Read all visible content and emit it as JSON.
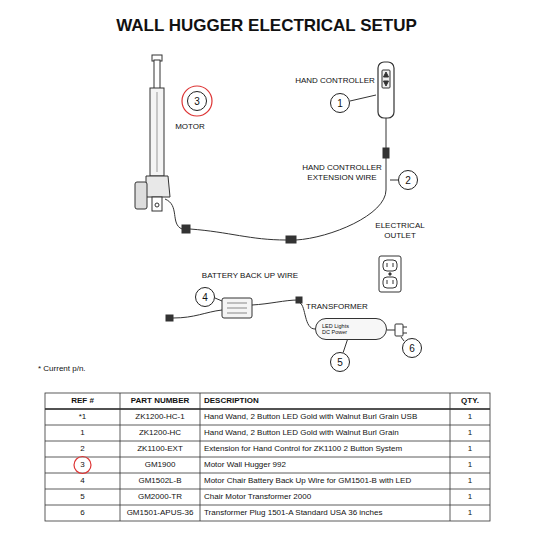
{
  "diagram": {
    "title": "WALL HUGGER ELECTRICAL SETUP",
    "nodes": [
      {
        "text": [
          "1"
        ]
      },
      {
        "text": [
          "2"
        ]
      },
      {
        "text": [
          "3"
        ]
      },
      {
        "text": [
          "4"
        ]
      },
      {
        "text": [
          "5"
        ]
      },
      {
        "text": [
          "6"
        ]
      },
      {
        "text": [
          "LED Lights DC Power"
        ]
      }
    ],
    "edges": [
      {
        "from": 4,
        "to": 6,
        "arrow": "none"
      }
    ],
    "labels": [
      "MOTOR",
      "HAND CONTROLLER",
      "HAND CONTROLLER EXTENSION WIRE",
      "ELECTRICAL OUTLET",
      "BATTERY BACK UP WIRE",
      "TRANSFORMER",
      "* Current p/n.",
      "REF #",
      "PART NUMBER",
      "DESCRIPTION",
      "QTY.",
      "*1",
      "ZK1200-HC-1",
      "Hand Wand, 2 Button LED Gold with Walnut Burl Grain USB",
      "1",
      "1",
      "ZK1200-HC",
      "Hand Wand, 2 Button LED Gold with Walnut Burl Grain",
      "1",
      "2",
      "ZK1100-EXT",
      "Extension for Hand Control for ZK1100 2 Button System",
      "1",
      "3",
      "GM1900",
      "Motor Wall Hugger 992",
      "1",
      "4",
      "GM1502L-B",
      "Motor Chair Battery Back Up Wire for GM1501-B with LED",
      "1",
      "5",
      "GM2000-TR",
      "Chair Motor Transformer 2000",
      "1",
      "6",
      "GM1501-APUS-36",
      "Transformer Plug 1501-A Standard USA 36 inches",
      "1"
    ]
  }
}
